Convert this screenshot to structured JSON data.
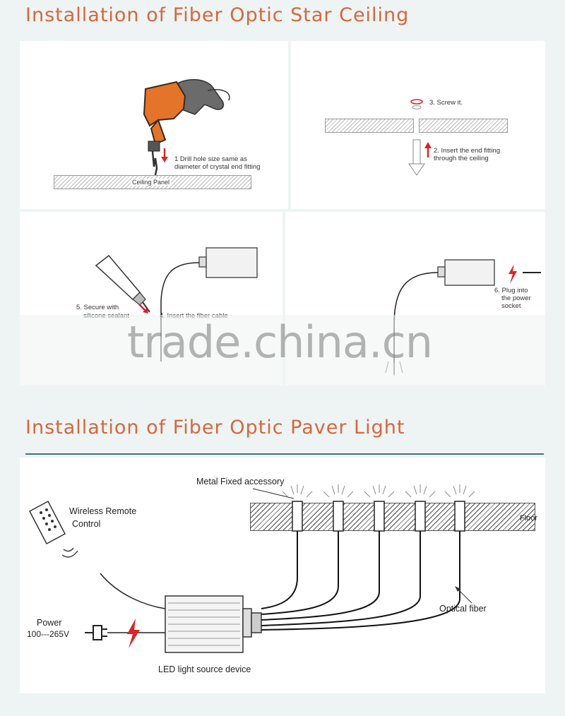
{
  "titles": {
    "star_ceiling": "Installation of Fiber Optic Star Ceiling",
    "paver_light": "Installation of Fiber Optic Paver Light"
  },
  "star_steps": {
    "step1_line1": "1 Drill hole size same as",
    "step1_line2": "diameter of crystal end fitting",
    "ceiling_panel": "Ceiling Panel",
    "step3": "3. Screw it.",
    "step2_line1": "2. Insert the end fitting",
    "step2_line2": "through the ceiling",
    "step5_line1": "5. Secure with",
    "step5_line2": "silicone sealant",
    "step4": "4. Insert the fiber cable",
    "step6_line1": "6. Plug into",
    "step6_line2": "the power",
    "step6_line3": "socket"
  },
  "watermark": "trade.china.cn",
  "paver": {
    "metal_fixed": "Metal Fixed accessory",
    "floor": "Floor",
    "remote_line1": "Wireless Remote",
    "remote_line2": "Control",
    "optical_fiber": "Optical fiber",
    "power_line1": "Power",
    "power_line2": "100---265V",
    "led_device": "LED light source device"
  },
  "colors": {
    "title": "#d4673f",
    "arrow_red": "#d8242b",
    "drill_orange": "#e4742a",
    "rule": "#4a6e74"
  },
  "icons": [
    "drill-icon",
    "screw-ring-icon",
    "end-fitting-icon",
    "sealant-tube-icon",
    "light-source-box-icon",
    "lightning-icon",
    "remote-control-icon",
    "signal-waves-icon",
    "power-plug-icon",
    "end-fitting-light-icon"
  ]
}
